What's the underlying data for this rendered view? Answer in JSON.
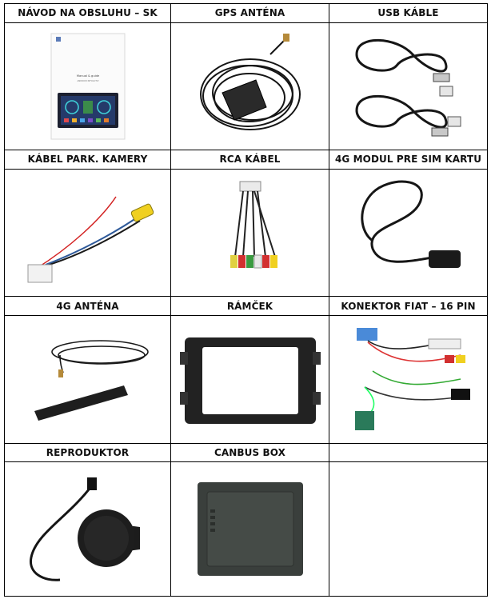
{
  "table": {
    "rows": [
      [
        "NÁVOD NA OBSLUHU – SK",
        "GPS ANTÉNA",
        "USB KÁBLE"
      ],
      [
        "KÁBEL PARK. KAMERY",
        "RCA KÁBEL",
        "4G MODUL PRE SIM KARTU"
      ],
      [
        "4G ANTÉNA",
        "RÁMČEK",
        "KONEKTOR FIAT – 16 PIN"
      ],
      [
        "REPRODUKTOR",
        "CANBUS BOX",
        ""
      ]
    ]
  },
  "manual": {
    "line1": "Manual & guide",
    "line2": "ANDROID INFOACTIV"
  }
}
